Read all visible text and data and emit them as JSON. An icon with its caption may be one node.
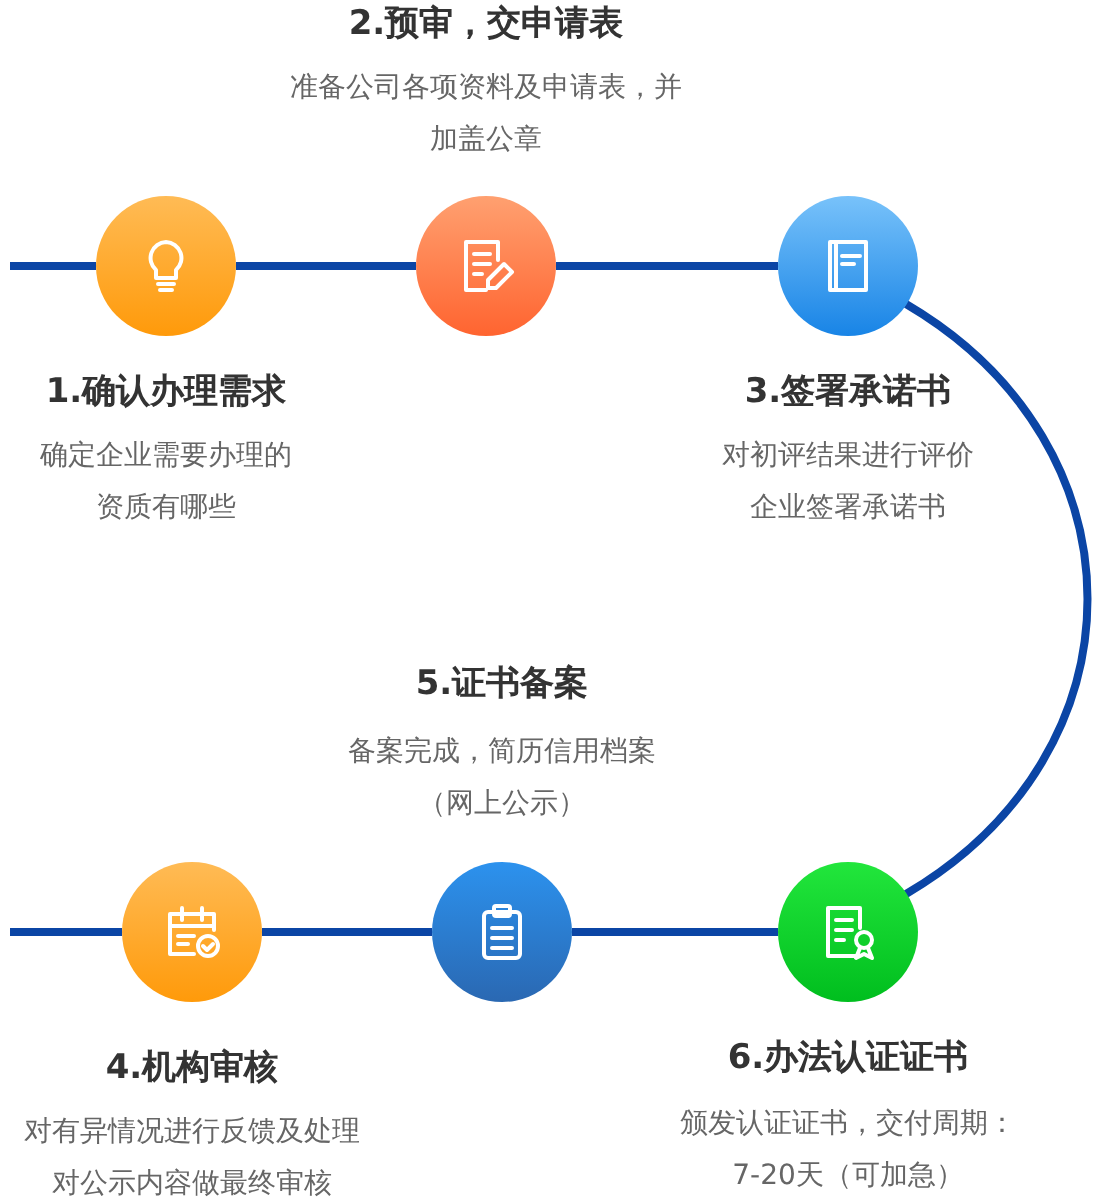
{
  "diagram": {
    "nodes": [
      {
        "text": [],
        "shape": "circle",
        "beside": [
          "1.确认办理需求",
          "确定企业需要办理的资质有哪些"
        ]
      },
      {
        "text": [],
        "shape": "circle",
        "beside": [
          "2.预审，交申请表",
          "准备公司各项资料及申请表，并加盖公章"
        ]
      },
      {
        "text": [],
        "shape": "circle",
        "beside": [
          "3.签署承诺书",
          "对初评结果进行评价企业签署承诺书"
        ]
      },
      {
        "text": [],
        "shape": "circle",
        "beside": [
          "4.机构审核",
          "对有异情况进行反馈及处理对公示内容做最终审核"
        ]
      },
      {
        "text": [],
        "shape": "circle",
        "beside": [
          "5.证书备案",
          "备案完成，简历信用档案（网上公示）"
        ]
      },
      {
        "text": [],
        "shape": "circle",
        "beside": [
          "6.办法认证证书",
          "颁发认证证书，交付周期：7-20天（可加急）"
        ]
      }
    ],
    "edges": [
      {
        "from": null,
        "to": 0,
        "arrow": "none"
      },
      {
        "from": 0,
        "to": 1,
        "arrow": "none"
      },
      {
        "from": 1,
        "to": 2,
        "arrow": "none"
      },
      {
        "from": 2,
        "to": 5,
        "arrow": "none"
      },
      {
        "from": 5,
        "to": 4,
        "arrow": "none"
      },
      {
        "from": 4,
        "to": 3,
        "arrow": "none"
      },
      {
        "from": 3,
        "to": null,
        "arrow": "none"
      }
    ]
  }
}
